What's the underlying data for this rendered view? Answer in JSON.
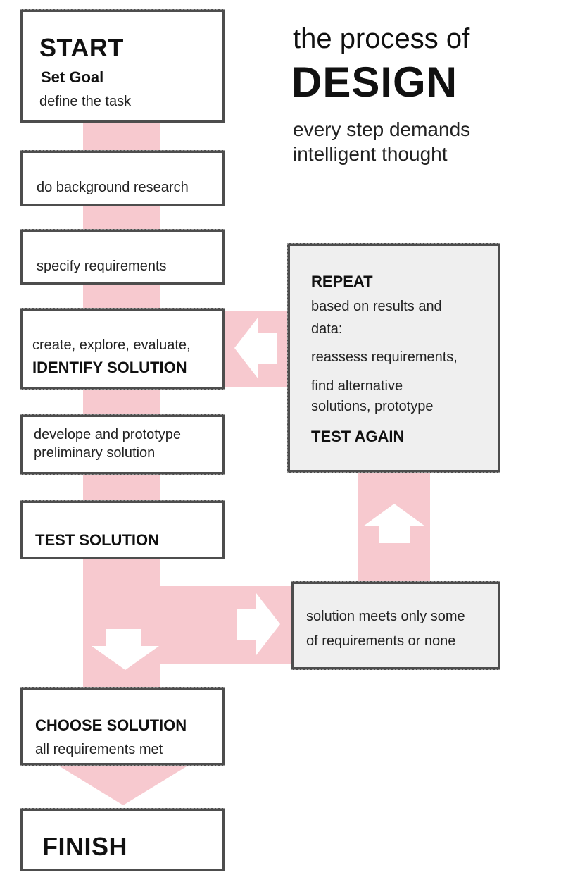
{
  "heading": {
    "line1": "the process of",
    "line2": "DESIGN",
    "line3": "every step demands",
    "line4": "intelligent thought"
  },
  "steps": {
    "start": {
      "title": "START",
      "subtitle": "Set Goal",
      "text": "define the task"
    },
    "research": {
      "text": "do background research"
    },
    "requirements": {
      "text": "specify requirements"
    },
    "identify": {
      "text": "create, explore, evaluate,",
      "bold": "IDENTIFY SOLUTION"
    },
    "prototype": {
      "line1": "develope and prototype",
      "line2": "preliminary solution"
    },
    "test": {
      "bold": "TEST SOLUTION"
    },
    "choose": {
      "bold": "CHOOSE SOLUTION",
      "text": "all requirements met"
    },
    "finish": {
      "title": "FINISH"
    }
  },
  "repeat": {
    "title": "REPEAT",
    "line1": "based on results and",
    "line2": "data:",
    "line3": "reassess requirements,",
    "line4": "find alternative",
    "line5": "solutions, prototype",
    "bold": "TEST AGAIN"
  },
  "partial": {
    "line1": "solution meets only some",
    "line2": "of requirements or none"
  },
  "colors": {
    "flow": "#f7c9cf",
    "border": "#4d4d4d",
    "grey_box": "#efefef"
  }
}
